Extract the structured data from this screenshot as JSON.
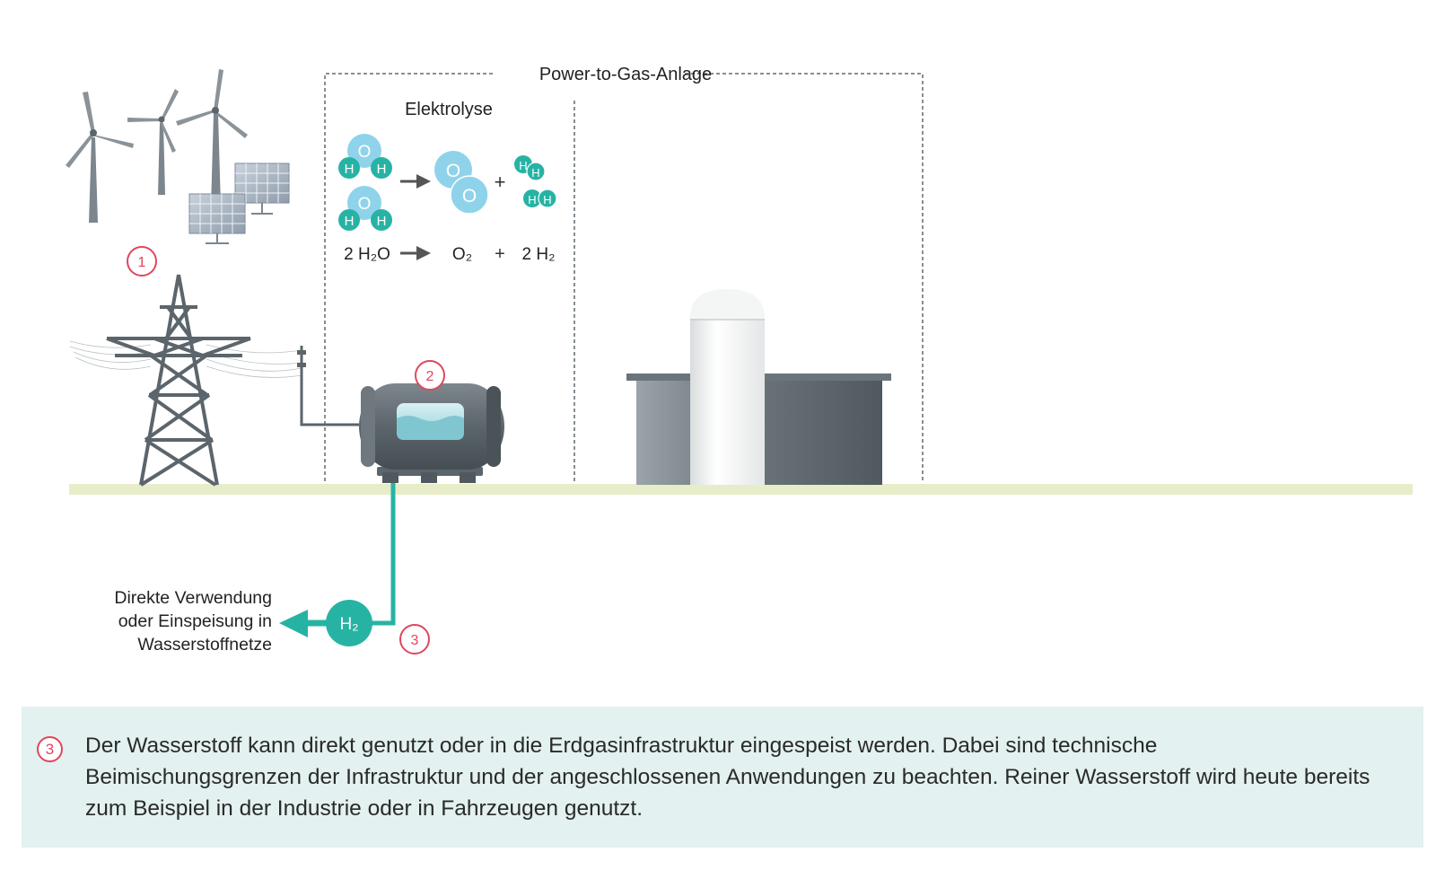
{
  "frame_title": "Power-to-Gas-Anlage",
  "electrolysis": {
    "title": "Elektrolyse",
    "atom_h": "H",
    "atom_o": "O",
    "plus": "+",
    "equation": {
      "left": "2 H₂O",
      "product_1": "O₂",
      "plus": "+",
      "product_2": "2 H₂"
    }
  },
  "markers": [
    "1",
    "2",
    "3"
  ],
  "output": {
    "label_lines": [
      "Direkte Verwendung",
      "oder Einspeisung in",
      "Wasserstoffnetze"
    ],
    "molecule_label": "H₂"
  },
  "info": {
    "marker": "3",
    "text": "Der Wasserstoff kann direkt genutzt oder in die Erdgasinfrastruktur eingespeist werden. Dabei sind technische Beimischungsgrenzen der Infrastruktur und der angeschlossenen Anwendungen zu beachten. Reiner Wasserstoff wird heute bereits zum Beispiel in der Industrie oder in Fahrzeugen genutzt."
  },
  "colors": {
    "marker_red": "#e0475d",
    "teal": "#27b3a4",
    "oxygen_blue": "#8fd3ea",
    "ground": "#e6edc8",
    "dark_gray": "#5b656b",
    "info_bg": "#e3f1f0"
  },
  "icons": [
    "wind-turbine-icon",
    "solar-panel-icon",
    "power-pylon-icon",
    "electrolyzer-tank-icon",
    "storage-silo-icon",
    "arrow-left-icon"
  ]
}
